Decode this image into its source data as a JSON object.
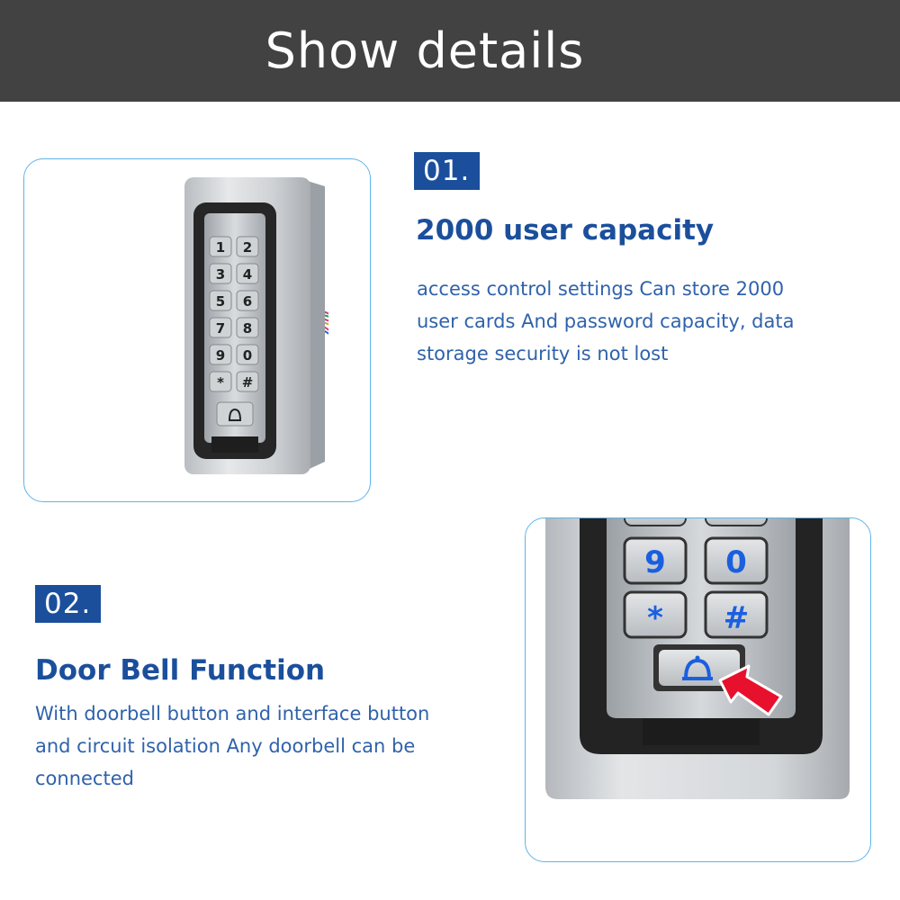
{
  "header": {
    "title": "Show details"
  },
  "features": [
    {
      "number": "01.",
      "title": "2000 user capacity",
      "description_lines": [
        "access control settings Can store 2000",
        "user cards And password capacity, data",
        "storage security is not lost"
      ],
      "icon": "people-group-icon"
    },
    {
      "number": "02.",
      "title": "Door Bell Function",
      "description_lines": [
        "With doorbell button and interface button",
        "and circuit isolation Any doorbell can be",
        "connected"
      ],
      "icon": "bell-icon"
    }
  ],
  "keypad": {
    "keys": [
      "1",
      "2",
      "3",
      "4",
      "5",
      "6",
      "7",
      "8",
      "9",
      "0",
      "*",
      "#"
    ],
    "closeup_keys": [
      "9",
      "0",
      "*",
      "#"
    ]
  },
  "colors": {
    "header_bg": "#424242",
    "accent_blue": "#1b4f9c",
    "text_blue": "#2f62ab",
    "card_border": "#5fb3ea",
    "arrow_red": "#e8112d",
    "key_glyph_blue": "#1a5fe0"
  }
}
